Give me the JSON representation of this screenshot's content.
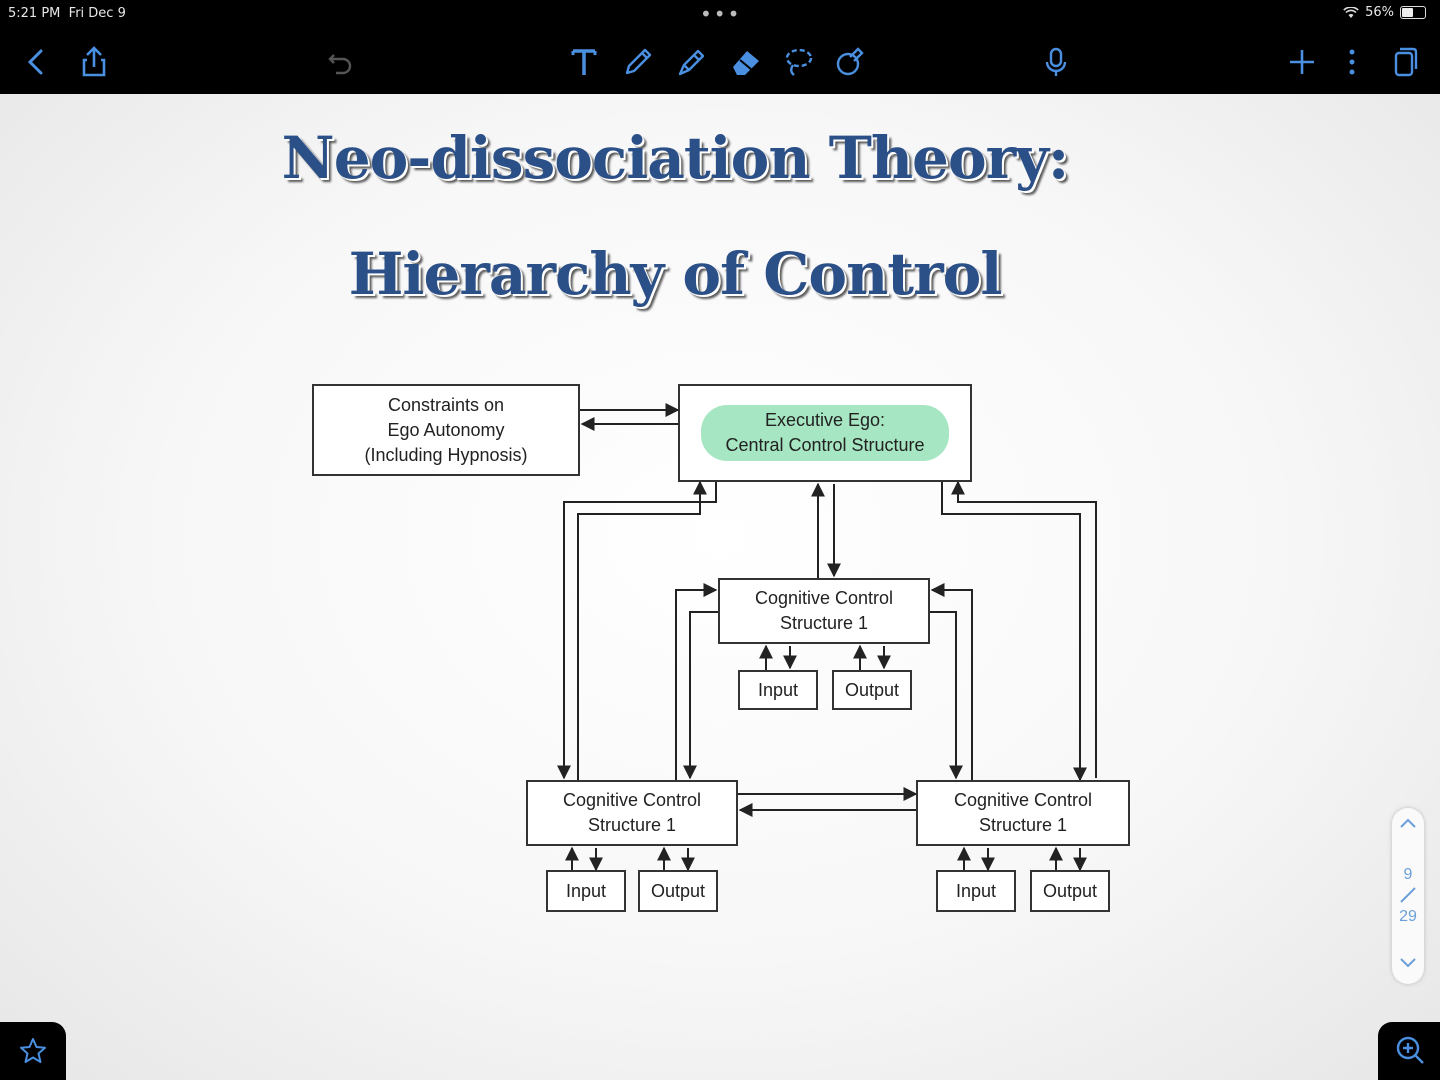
{
  "status_bar": {
    "time": "5:21 PM",
    "date": "Fri Dec 9",
    "battery": "56%",
    "battery_level": 0.56
  },
  "toolbar": {
    "left": [
      "back-icon",
      "share-icon",
      "undo-icon"
    ],
    "center": [
      "text-tool-icon",
      "pen-icon",
      "highlighter-icon",
      "eraser-icon",
      "lasso-icon",
      "shapes-icon",
      "microphone-icon"
    ],
    "right": [
      "add-icon",
      "more-icon",
      "pages-icon"
    ]
  },
  "slide": {
    "title_line1": "Neo-dissociation Theory:",
    "title_line2": "Hierarchy of Control"
  },
  "diagram": {
    "constraints": [
      "Constraints on",
      "Ego Autonomy",
      "(Including Hypnosis)"
    ],
    "executive": [
      "Executive Ego:",
      "Central Control Structure"
    ],
    "ccs_top": [
      "Cognitive Control",
      "Structure 1"
    ],
    "ccs_left": [
      "Cognitive Control",
      "Structure 1"
    ],
    "ccs_right": [
      "Cognitive Control",
      "Structure 1"
    ],
    "input_label": "Input",
    "output_label": "Output",
    "colors": {
      "executive_highlight": "#a6e6c2",
      "title": "#2b4f87"
    }
  },
  "pager": {
    "current": "9",
    "total": "29"
  },
  "bottom": {
    "left_icon": "star-icon",
    "right_icon": "zoom-in-icon"
  }
}
